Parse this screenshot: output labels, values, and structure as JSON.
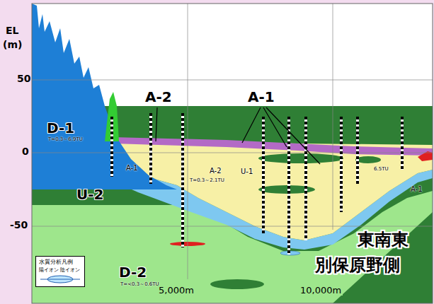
{
  "diagram": {
    "nodes": [
      {
        "text": [
          "水質分析凡例",
          "陽イオン 陰イオン"
        ]
      }
    ],
    "labels": [
      "EL",
      "(m)",
      "50",
      "0",
      "-50",
      "D-1",
      "T=0.3～6.9TU",
      "A-2",
      "A-1",
      "A-1",
      "U-1",
      "A-2",
      "T=0.3～2.1TU",
      "6.5TU",
      "A-1",
      "U-2",
      "D-2",
      "T=<0.3～0.6TU",
      "東南東",
      "別保原野側",
      "5,000m",
      "10,000m"
    ]
  }
}
